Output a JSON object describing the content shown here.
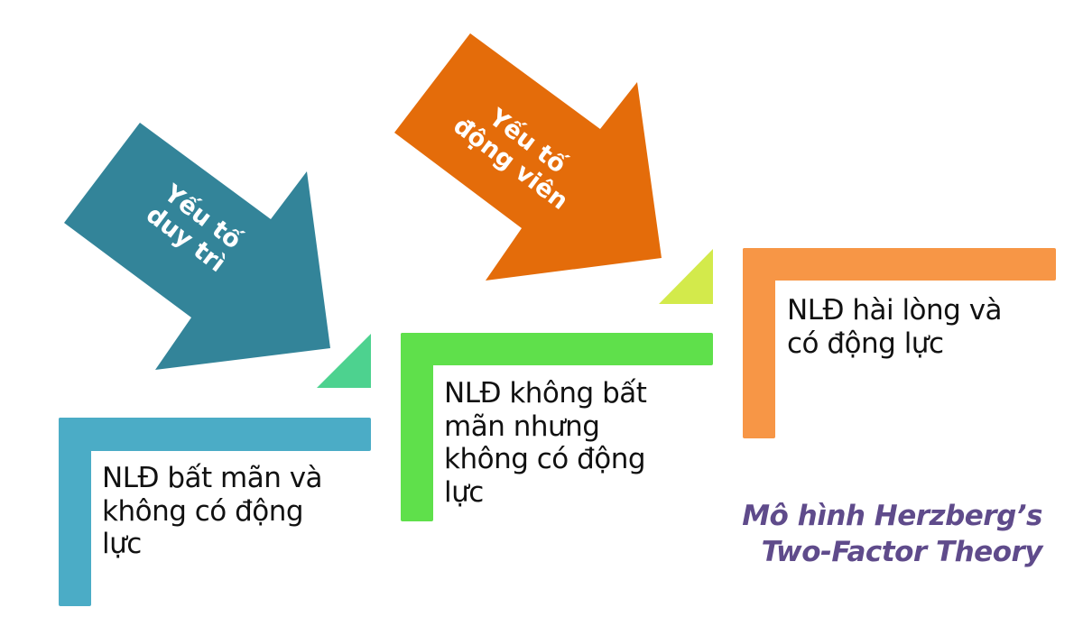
{
  "diagram": {
    "title_lines": [
      "Mô hình Herzberg’s",
      "Two-Factor Theory"
    ],
    "colors": {
      "arrow_hygiene": "#338499",
      "arrow_motivator": "#E46C0A",
      "step1": "#4BACC6",
      "step2": "#5FE04B",
      "step3": "#F79646",
      "triangle1": "#4DD28F",
      "triangle2": "#D3EA4B",
      "caption": "#5F4B8B"
    },
    "arrows": [
      {
        "id": "hygiene",
        "label_lines": [
          "Yếu tố",
          "duy trì"
        ]
      },
      {
        "id": "motivator",
        "label_lines": [
          "Yếu tố",
          "động viên"
        ]
      }
    ],
    "steps": [
      {
        "level": 1,
        "lines": [
          "NLĐ bất mãn và",
          "không có động",
          "lực"
        ]
      },
      {
        "level": 2,
        "lines": [
          "NLĐ không bất",
          "mãn nhưng",
          "không có động",
          "lực"
        ]
      },
      {
        "level": 3,
        "lines": [
          "NLĐ hài lòng và",
          "có động lực"
        ]
      }
    ]
  }
}
